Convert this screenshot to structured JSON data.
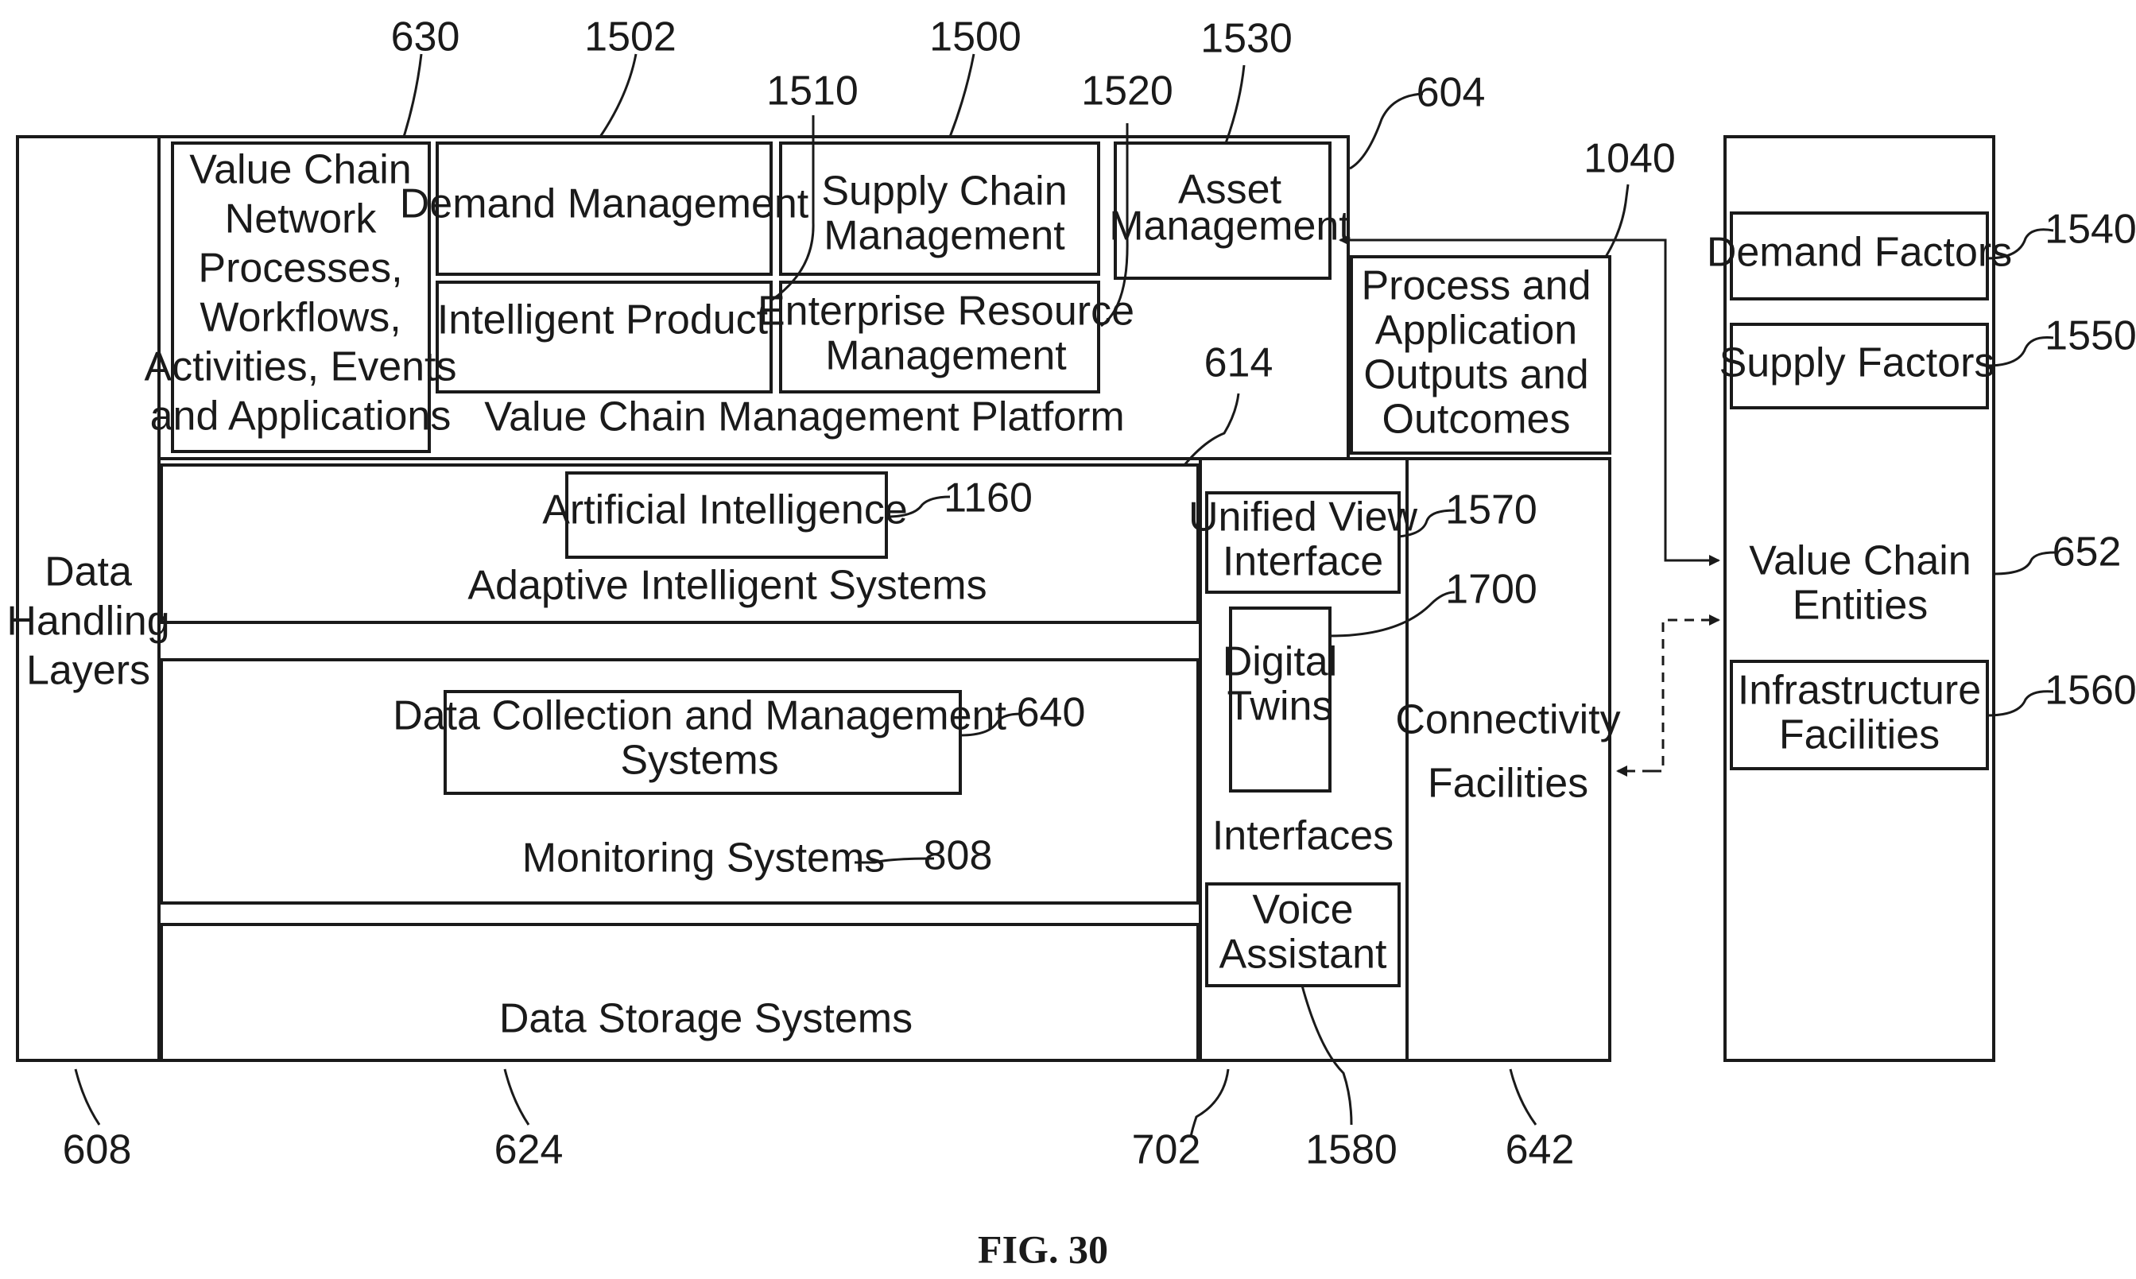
{
  "figure_label": "FIG. 30",
  "blocks": {
    "data_handling_layers": "Data\nHandling\nLayers",
    "value_chain_network_processes": "Value Chain\nNetwork\nProcesses,\nWorkflows,\nActivities, Events\nand Applications",
    "demand_management": "Demand Management",
    "intelligent_product": "Intelligent Product",
    "supply_chain_management": "Supply Chain\nManagement",
    "enterprise_resource_management": "Enterprise Resource\nManagement",
    "asset_management": "Asset\nManagement",
    "value_chain_management_platform": "Value Chain Management Platform",
    "process_and_application_outputs": "Process and\nApplication\nOutputs and\nOutcomes",
    "artificial_intelligence": "Artificial Intelligence",
    "adaptive_intelligent_systems": "Adaptive Intelligent Systems",
    "data_collection_and_management_systems": "Data Collection and Management\nSystems",
    "monitoring_systems": "Monitoring Systems",
    "data_storage_systems": "Data Storage Systems",
    "unified_view_interface": "Unified View\nInterface",
    "digital_twins": "Digital\nTwins",
    "interfaces": "Interfaces",
    "voice_assistant": "Voice\nAssistant",
    "connectivity_facilities": "Connectivity\nFacilities",
    "demand_factors": "Demand Factors",
    "supply_factors": "Supply Factors",
    "value_chain_entities": "Value Chain\nEntities",
    "infrastructure_facilities": "Infrastructure\nFacilities"
  },
  "reference_numerals": {
    "r630": "630",
    "r1502": "1502",
    "r1510": "1510",
    "r1500": "1500",
    "r1520": "1520",
    "r1530": "1530",
    "r604": "604",
    "r1040": "1040",
    "r1540": "1540",
    "r1550": "1550",
    "r614": "614",
    "r1160": "1160",
    "r1570": "1570",
    "r1700": "1700",
    "r652": "652",
    "r640": "640",
    "r1560": "1560",
    "r808": "808",
    "r608": "608",
    "r624": "624",
    "r702": "702",
    "r1580": "1580",
    "r642": "642"
  }
}
